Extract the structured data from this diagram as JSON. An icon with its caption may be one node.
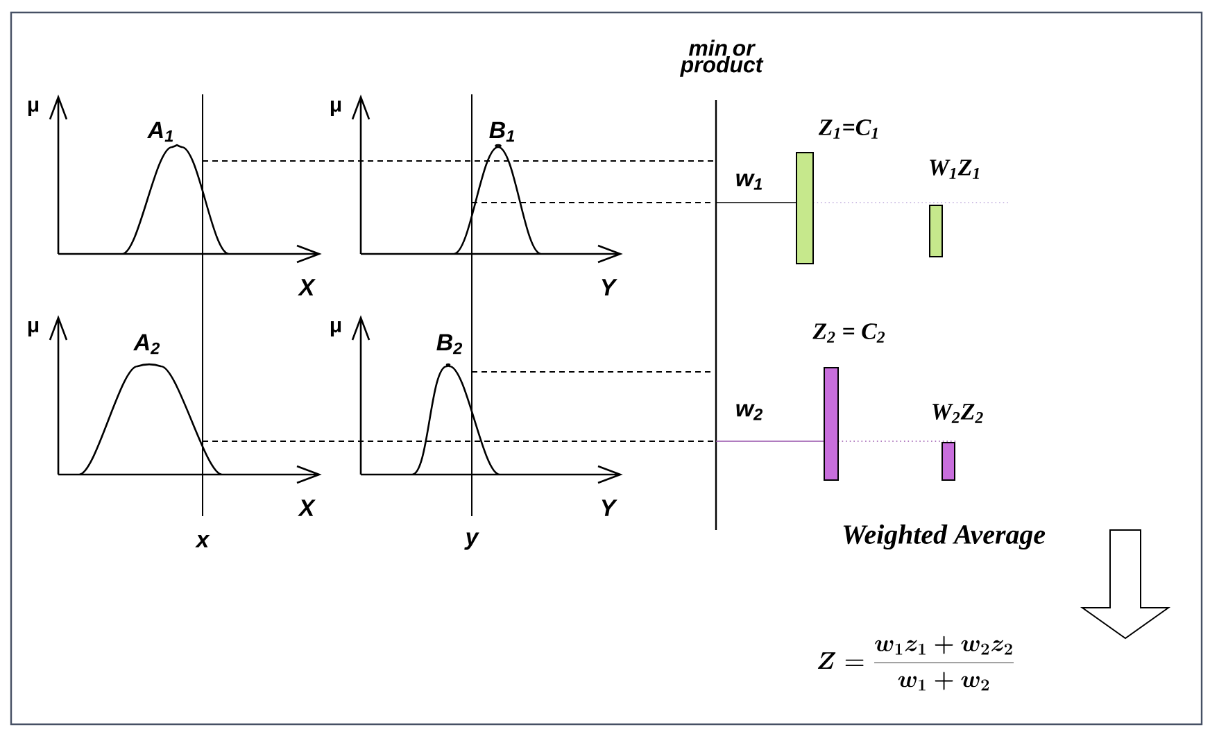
{
  "diagram": {
    "labels": [
      "min or product",
      "μ",
      "A$_{1}$",
      "μ",
      "B$_{1}$",
      "Z$_{1}$=C$_{1}$",
      "w$_{1}$",
      "W$_{1}$Z$_{1}$",
      "X",
      "Y",
      "μ",
      "A$_{2}$",
      "μ",
      "B$_{2}$",
      "Z$_{2}$ = C$_{2}$",
      "w$_{2}$",
      "W$_{2}$Z$_{2}$",
      "X",
      "Y",
      "x",
      "y",
      "Weighted Average",
      "Z = \\frac{w_{1} z_{1} + w_{2} z_{2}}{w_{1} + w_{2}}"
    ]
  }
}
